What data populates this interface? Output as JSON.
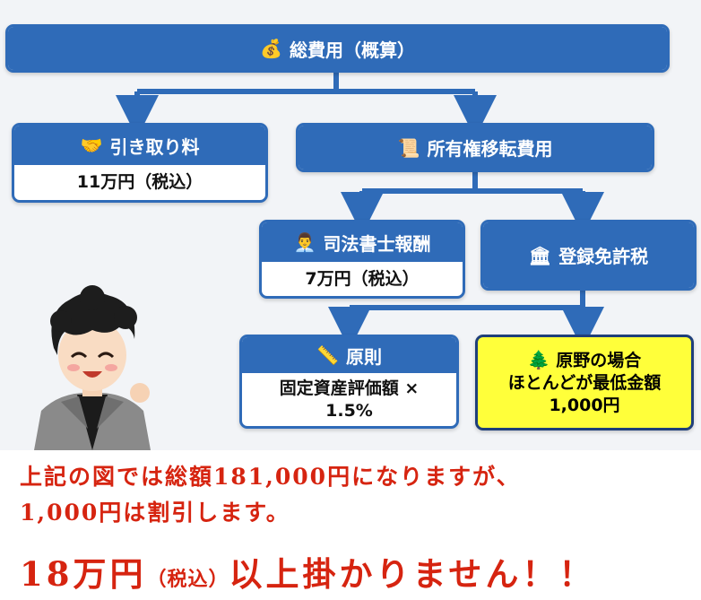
{
  "diagram": {
    "total": {
      "icon": "money-bag-icon",
      "icon_glyph": "💰",
      "title": "総費用（概算）"
    },
    "pickup": {
      "icon": "handshake-icon",
      "icon_glyph": "🤝",
      "title": "引き取り料",
      "value": "11万円（税込）"
    },
    "transfer": {
      "icon": "scroll-icon",
      "icon_glyph": "📜",
      "title": "所有権移転費用"
    },
    "scrivener": {
      "icon": "businessman-icon",
      "icon_glyph": "👨‍💼",
      "title": "司法書士報酬",
      "value": "7万円（税込）"
    },
    "registration_tax": {
      "icon": "bank-building-icon",
      "icon_glyph": "🏛",
      "title": "登録免許税"
    },
    "principle": {
      "icon": "ruler-icon",
      "icon_glyph": "📏",
      "title": "原則",
      "value_line1": "固定資産評価額 ×",
      "value_line2": "1.5%"
    },
    "wilderness": {
      "icon": "tree-icon",
      "icon_glyph": "🌲",
      "title": "原野の場合",
      "line2": "ほとんどが最低金額",
      "line3": "1,000円"
    }
  },
  "colors": {
    "box_blue": "#2f6bb8",
    "highlight_yellow": "#ffff3a",
    "text_red": "#d62410"
  },
  "message": {
    "line1": "上記の図では総額181,000円になりますが、",
    "line2": "1,000円は割引します。",
    "line3_part1": "18万円",
    "line3_small": "（税込）",
    "line3_part2": "以上掛かりません！！"
  }
}
